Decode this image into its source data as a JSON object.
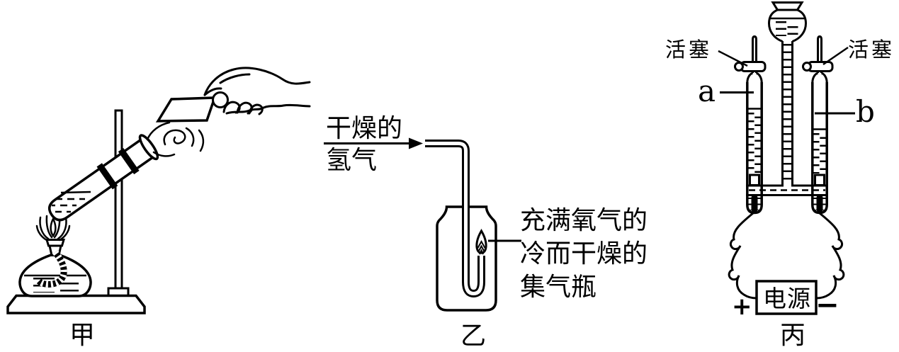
{
  "figures": {
    "jia": {
      "label": "甲"
    },
    "yi": {
      "label": "乙",
      "gas_label_line1": "干燥的",
      "gas_label_line2": "氢气",
      "caption_line1": "充满氧气的",
      "caption_line2": "冷而干燥的",
      "caption_line3": "集气瓶"
    },
    "bing": {
      "label": "丙",
      "stopcock_left_label": "活塞",
      "stopcock_right_label": "活塞",
      "tube_a_label": "a",
      "tube_b_label": "b",
      "power_supply_label": "电源",
      "positive_terminal": "+",
      "negative_terminal": "−"
    }
  },
  "colors": {
    "line": "#000000",
    "background": "#ffffff"
  }
}
